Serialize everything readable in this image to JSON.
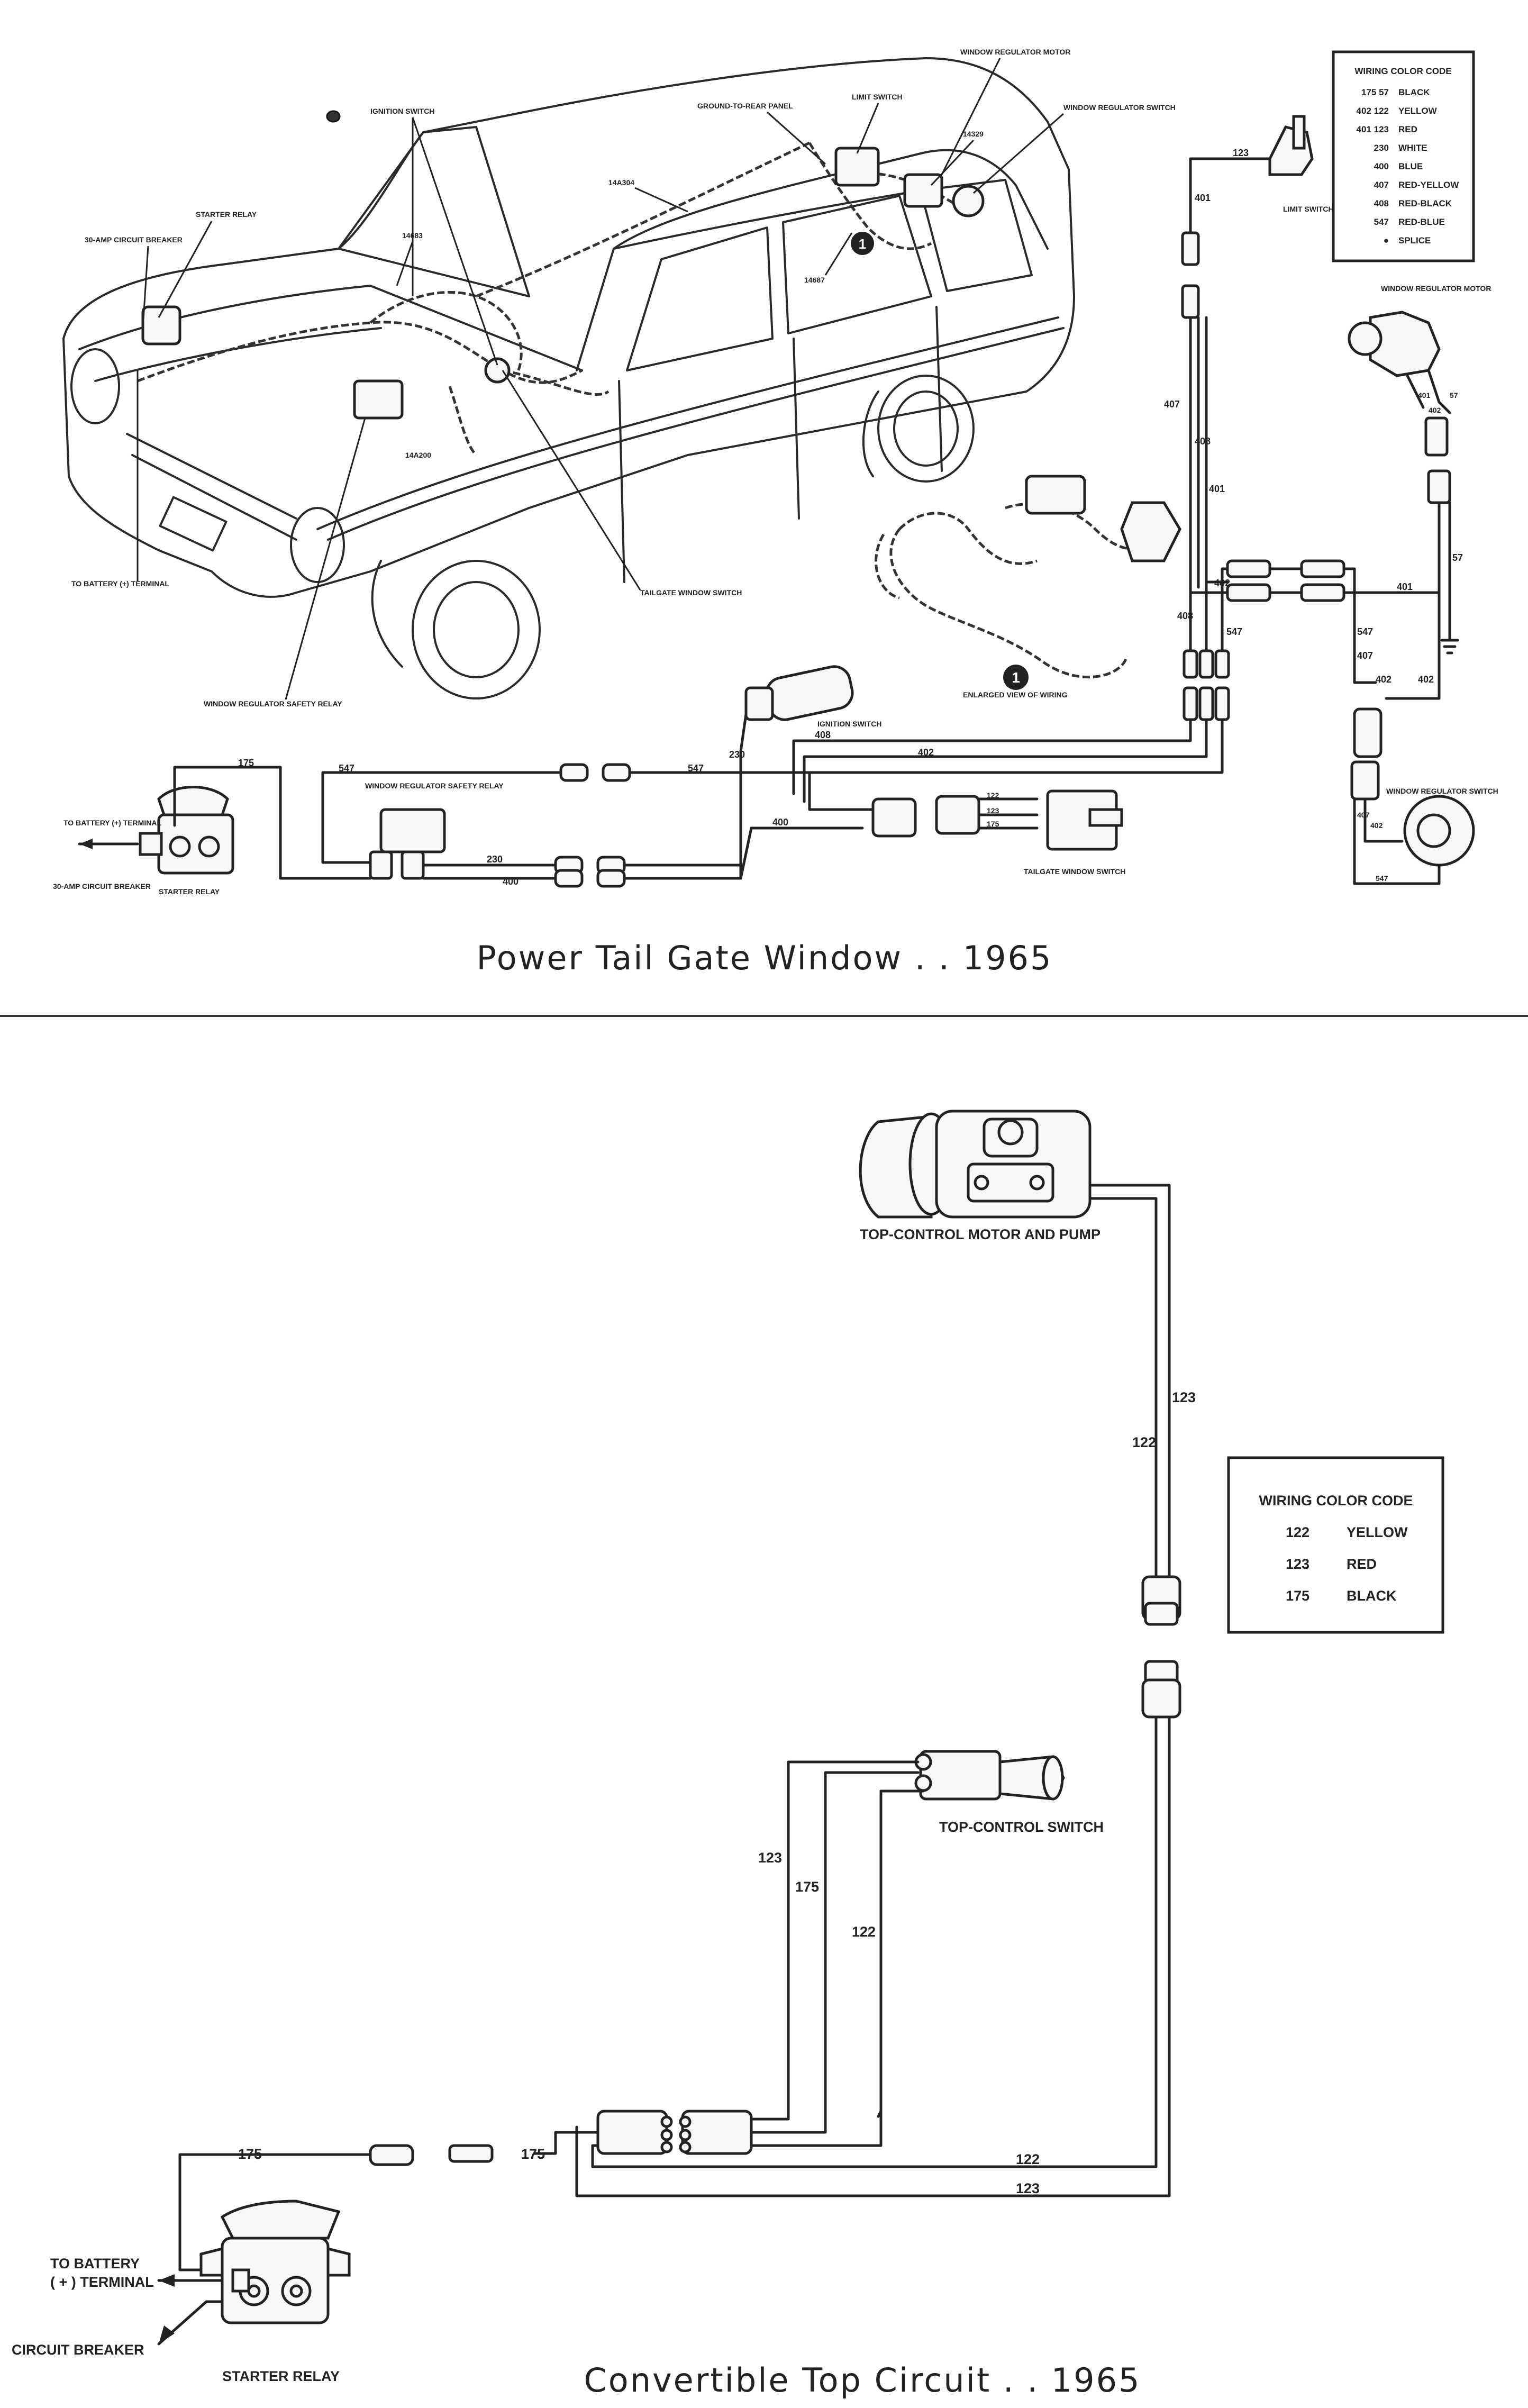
{
  "top": {
    "title": "Power Tail Gate Window . . 1965",
    "labels": {
      "window_regulator_motor": "WINDOW REGULATOR MOTOR",
      "window_regulator_switch": "WINDOW REGULATOR SWITCH",
      "ground_to_rear_panel": "GROUND-TO-REAR PANEL",
      "limit_switch": "LIMIT SWITCH",
      "ignition_switch": "IGNITION SWITCH",
      "starter_relay": "STARTER RELAY",
      "circuit_breaker_30": "30-AMP CIRCUIT BREAKER",
      "to_battery": "TO BATTERY (+) TERMINAL",
      "tailgate_window_switch": "TAILGATE WINDOW SWITCH",
      "window_regulator_safety_relay": "WINDOW REGULATOR SAFETY RELAY",
      "enlarged_view": "ENLARGED VIEW OF WIRING",
      "callout_number": "1",
      "part_14A304": "14A304",
      "part_14329": "14329",
      "part_14683": "14683",
      "part_14687": "14687",
      "part_14A200": "14A200"
    },
    "legend": {
      "title": "WIRING COLOR CODE",
      "rows": [
        {
          "codes": "175 57",
          "color": "BLACK"
        },
        {
          "codes": "402 122",
          "color": "YELLOW"
        },
        {
          "codes": "401 123",
          "color": "RED"
        },
        {
          "codes": "230",
          "color": "WHITE"
        },
        {
          "codes": "400",
          "color": "BLUE"
        },
        {
          "codes": "407",
          "color": "RED-YELLOW"
        },
        {
          "codes": "408",
          "color": "RED-BLACK"
        },
        {
          "codes": "547",
          "color": "RED-BLUE"
        },
        {
          "codes": "●",
          "color": "SPLICE"
        }
      ]
    },
    "schematic": {
      "to_battery": "TO BATTERY (+) TERMINAL",
      "circuit_breaker": "30-AMP CIRCUIT BREAKER",
      "starter_relay": "STARTER RELAY",
      "safety_relay": "WINDOW REGULATOR SAFETY RELAY",
      "ignition_switch": "IGNITION SWITCH",
      "tailgate_switch": "TAILGATE WINDOW SWITCH",
      "limit_switch": "LIMIT SWITCH",
      "reg_motor": "WINDOW REGULATOR MOTOR",
      "reg_switch": "WINDOW REGULATOR SWITCH",
      "w175": "175",
      "w547a": "547",
      "w547b": "547",
      "w547c": "547",
      "w547d": "547",
      "w230a": "230",
      "w230b": "230",
      "w400a": "400",
      "w400b": "400",
      "w408a": "408",
      "w408b": "408",
      "w408c": "408",
      "w402a": "402",
      "w402b": "402",
      "w402c": "402",
      "w402d": "402",
      "w402e": "402",
      "w122": "122",
      "w123a": "123",
      "w123b": "123",
      "w175b": "175",
      "w401a": "401",
      "w401b": "401",
      "w401c": "401",
      "w401d": "401",
      "w407a": "407",
      "w407b": "407",
      "w407c": "407",
      "w57a": "57",
      "w57b": "57"
    }
  },
  "bottom": {
    "title": "Convertible Top Circuit . . 1965",
    "motor_label": "TOP-CONTROL MOTOR AND PUMP",
    "switch_label": "TOP-CONTROL SWITCH",
    "to_battery_1": "TO BATTERY",
    "to_battery_2": "( + )  TERMINAL",
    "circuit_breaker": "CIRCUIT BREAKER",
    "starter_relay": "STARTER RELAY",
    "legend": {
      "title": "WIRING COLOR CODE",
      "rows": [
        {
          "code": "122",
          "color": "YELLOW"
        },
        {
          "code": "123",
          "color": "RED"
        },
        {
          "code": "175",
          "color": "BLACK"
        }
      ]
    },
    "wires": {
      "v123": "123",
      "v122": "122",
      "s123": "123",
      "s175": "175",
      "s122": "122",
      "h175a": "175",
      "h175b": "175",
      "h122": "122",
      "h123": "123"
    }
  }
}
